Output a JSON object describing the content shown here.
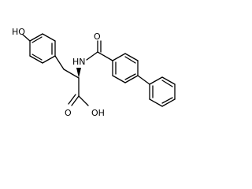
{
  "structure": {
    "atom_labels": {
      "hydroxyl_top": "HO",
      "amide_nitrogen": "HN",
      "carbonyl_oxygen": "O",
      "acid_hydroxyl": "OH",
      "acid_carbonyl_oxygen": "O"
    }
  }
}
